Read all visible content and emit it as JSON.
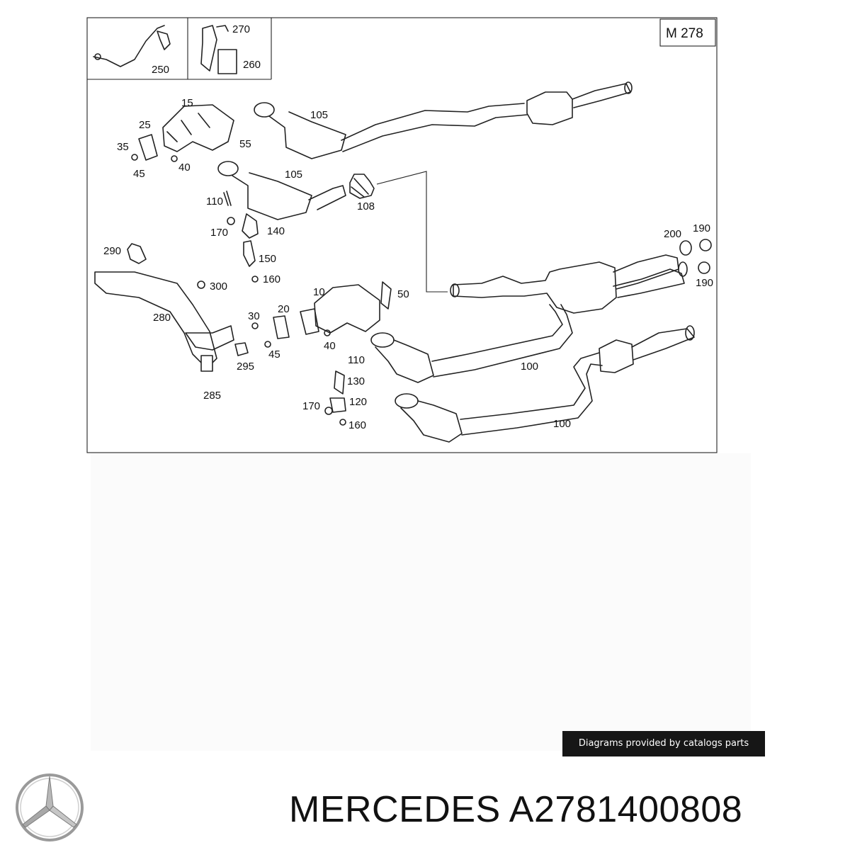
{
  "diagram": {
    "engine_code": "M 278",
    "callouts": {
      "c250": "250",
      "c270": "270",
      "c260": "260",
      "c15": "15",
      "c25": "25",
      "c35": "35",
      "c45a": "45",
      "c40a": "40",
      "c55": "55",
      "c105a": "105",
      "c105b": "105",
      "c110a": "110",
      "c170a": "170",
      "c140": "140",
      "c150": "150",
      "c160a": "160",
      "c108": "108",
      "c290": "290",
      "c300": "300",
      "c280": "280",
      "c295": "295",
      "c285": "285",
      "c10": "10",
      "c50": "50",
      "c30": "30",
      "c20": "20",
      "c40b": "40",
      "c45b": "45",
      "c110b": "110",
      "c130": "130",
      "c170b": "170",
      "c120": "120",
      "c160b": "160",
      "c100a": "100",
      "c100b": "100",
      "c200": "200",
      "c190a": "190",
      "c190b": "190"
    }
  },
  "credit": {
    "text": "Diagrams provided by catalogs parts"
  },
  "brand": {
    "name": "MERCEDES",
    "part_number": "A2781400808"
  },
  "colors": {
    "line": "#222222",
    "credit_bg": "#161616",
    "credit_text": "#ffffff"
  }
}
